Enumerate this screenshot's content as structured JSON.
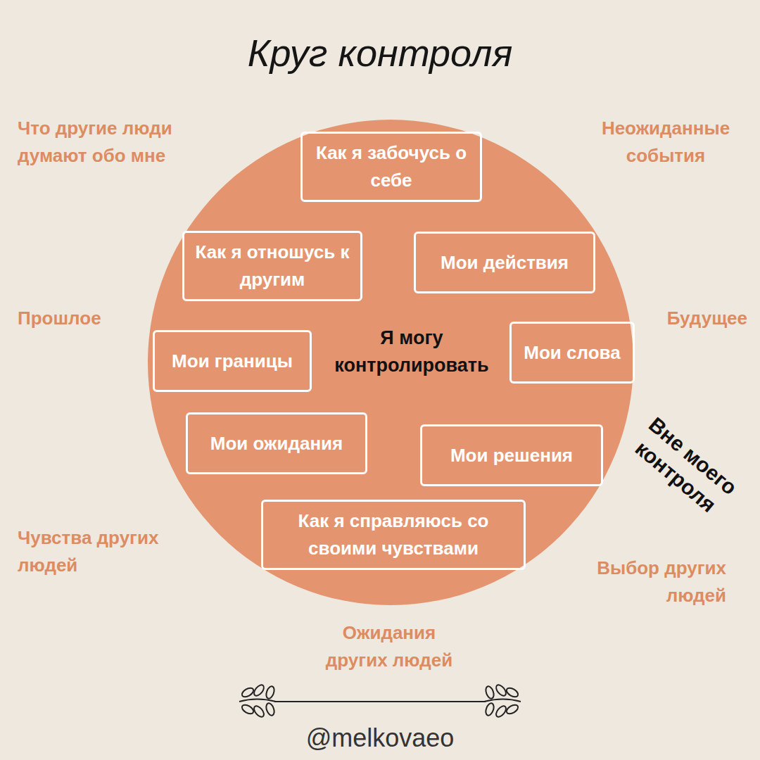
{
  "diagram": {
    "title": "Круг контроля",
    "nodes": [
      {
        "text": [
          "Я могу контролировать"
        ]
      },
      {
        "text": [
          "Как я забочусь о себе"
        ],
        "in": 0
      },
      {
        "text": [
          "Как я отношусь к другим"
        ],
        "in": 0
      },
      {
        "text": [
          "Мои действия"
        ],
        "in": 0
      },
      {
        "text": [
          "Мои границы"
        ],
        "in": 0
      },
      {
        "text": [
          "Мои слова"
        ],
        "in": 0
      },
      {
        "text": [
          "Мои ожидания"
        ],
        "in": 0
      },
      {
        "text": [
          "Мои решения"
        ],
        "in": 0
      },
      {
        "text": [
          "Как я справляюсь со своими чувствами"
        ],
        "in": 0
      }
    ],
    "labels": [
      "Что другие люди думают обо мне",
      "Неожиданные события",
      "Прошлое",
      "Будущее",
      "Вне моего контроля",
      "Чувства других людей",
      "Выбор других людей",
      "Ожидания других людей",
      "@melkovaeo"
    ]
  }
}
